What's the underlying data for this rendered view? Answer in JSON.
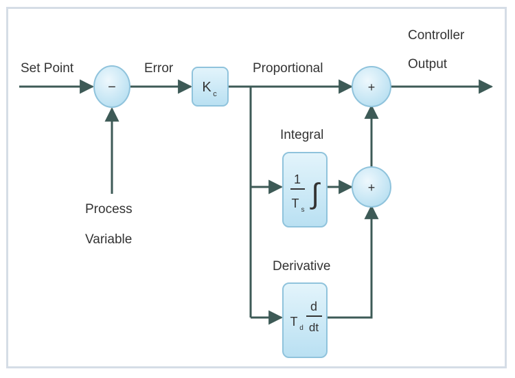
{
  "labels": {
    "set_point": "Set Point",
    "error": "Error",
    "proportional": "Proportional",
    "controller_output_line1": "Controller",
    "controller_output_line2": "Output",
    "process_variable_line1": "Process",
    "process_variable_line2": "Variable",
    "integral": "Integral",
    "derivative": "Derivative"
  },
  "blocks": {
    "gain_symbol": "K",
    "gain_subscript": "c",
    "integral_numerator": "1",
    "integral_denominator_symbol": "T",
    "integral_denominator_subscript": "s",
    "integral_sign": "∫",
    "derivative_symbol": "T",
    "derivative_subscript": "d",
    "derivative_numerator": "d",
    "derivative_denominator": "dt"
  },
  "summing_junctions": {
    "error_sign": "−",
    "output_sign": "+",
    "inner_sign": "+"
  },
  "colors": {
    "block_fill": "#c9e7f5",
    "block_stroke": "#8fc3dc",
    "line": "#3d5a56",
    "text": "#333333",
    "frame": "#d5dde6"
  }
}
